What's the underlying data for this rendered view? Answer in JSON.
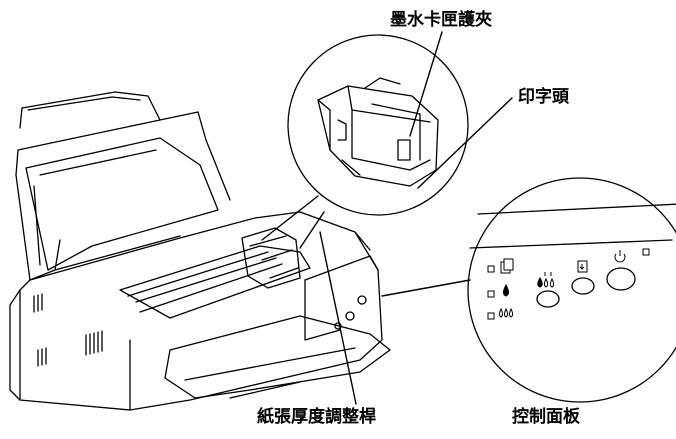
{
  "labels": {
    "cartridge_clamp": "墨水卡匣護夾",
    "print_head": "印字頭",
    "paper_thickness_lever": "紙張厚度調整桿",
    "control_panel": "控制面板"
  },
  "control_panel": {
    "indicators": [
      {
        "icon": "paper-icon"
      },
      {
        "icon": "ink-drop-icon"
      },
      {
        "icon": "color-ink-icon"
      }
    ],
    "buttons": [
      {
        "icon": "cleaning-icon"
      },
      {
        "icon": "load-eject-icon"
      },
      {
        "icon": "power-icon"
      }
    ]
  }
}
